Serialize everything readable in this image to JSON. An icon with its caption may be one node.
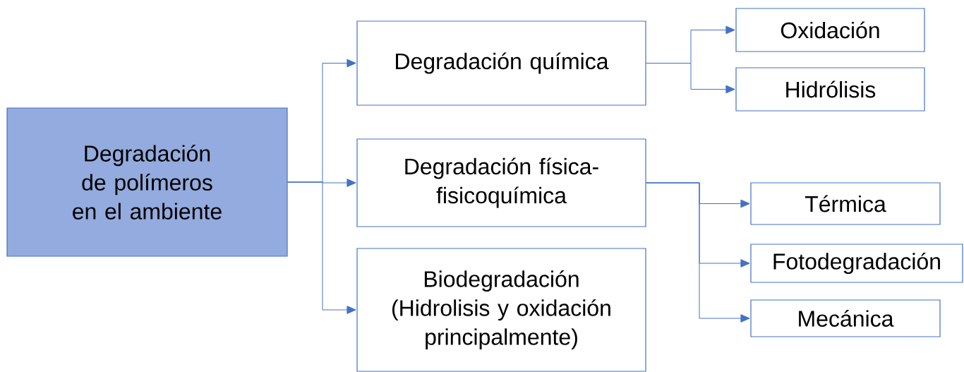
{
  "diagram": {
    "nodes": [
      {
        "text": [
          "Degradación de polímeros en el ambiente"
        ]
      },
      {
        "text": [
          "Degradación química"
        ]
      },
      {
        "text": [
          "Degradación física-fisicoquímica"
        ]
      },
      {
        "text": [
          "Biodegradación (Hidrolisis y oxidación principalmente)"
        ]
      },
      {
        "text": [
          "Oxidación"
        ]
      },
      {
        "text": [
          "Hidrólisis"
        ]
      },
      {
        "text": [
          "Térmica"
        ]
      },
      {
        "text": [
          "Fotodegradación"
        ]
      },
      {
        "text": [
          "Mecánica"
        ]
      }
    ],
    "edges": [
      {
        "from": 0,
        "to": 1,
        "arrow": "to"
      },
      {
        "from": 0,
        "to": 2,
        "arrow": "to"
      },
      {
        "from": 0,
        "to": 3,
        "arrow": "to"
      },
      {
        "from": 1,
        "to": 4,
        "arrow": "to"
      },
      {
        "from": 1,
        "to": 5,
        "arrow": "to"
      },
      {
        "from": 2,
        "to": 6,
        "arrow": "to"
      },
      {
        "from": 2,
        "to": 7,
        "arrow": "to"
      },
      {
        "from": 2,
        "to": 8,
        "arrow": "to"
      }
    ]
  }
}
